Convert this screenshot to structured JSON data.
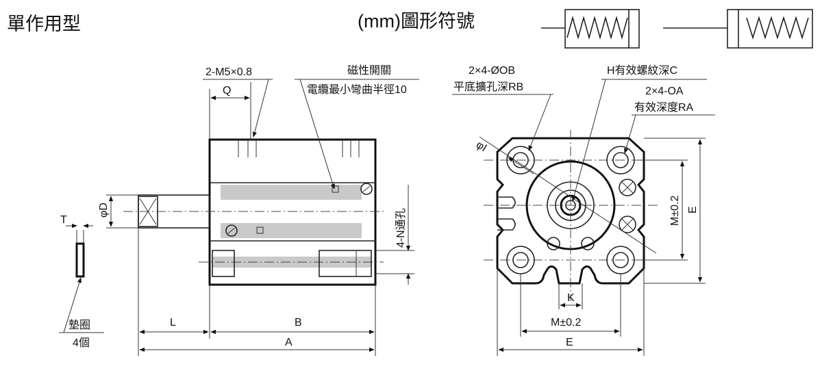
{
  "title": "單作用型",
  "symbol_caption": "(mm)圖形符號",
  "labels": {
    "thread": "2-M5×0.8",
    "q": "Q",
    "switch_title": "磁性開關",
    "switch_desc": "電纜最小彎曲半徑10",
    "phi_d": "φD",
    "n_hole": "4-N通孔",
    "t": "T",
    "washer": "墊圈",
    "washer_count": "4個",
    "l": "L",
    "b": "B",
    "a": "A",
    "ob": "2×4-ØOB",
    "rb": "平底擴孔深RB",
    "h": "H有效螺紋深C",
    "oa": "2×4-OA",
    "ra": "有效深度RA",
    "phi_i": "φI",
    "m_vert": "M±0.2",
    "e_vert": "E",
    "k": "K",
    "m_horiz": "M±0.2",
    "e_horiz": "E"
  }
}
